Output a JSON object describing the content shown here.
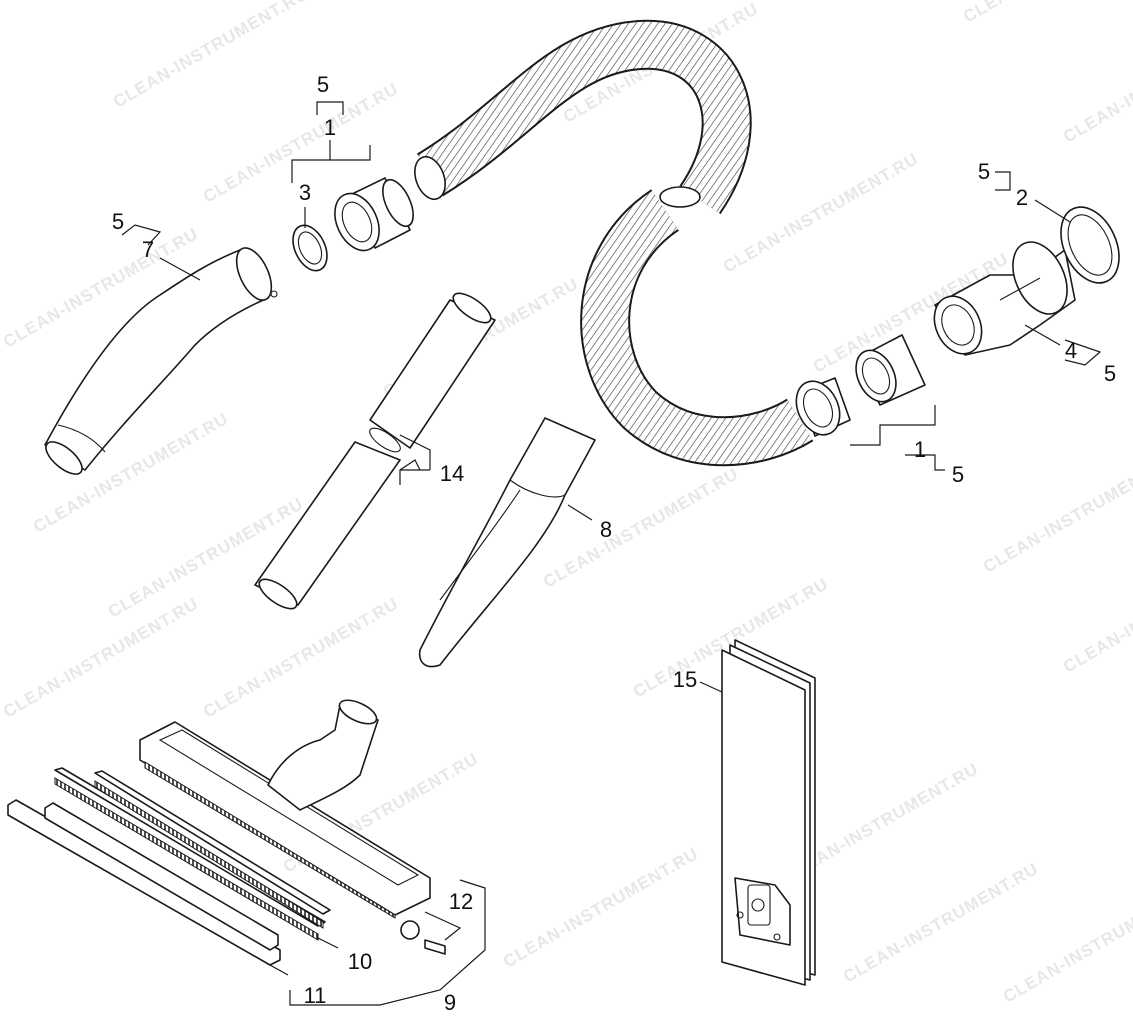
{
  "callouts": {
    "hose_end_left_group": "1",
    "hose_end_left_qty": "5",
    "clamp_ring": "3",
    "bend_qty": "5",
    "bend_pipe": "7",
    "tube_qty": "5",
    "tube_seal": "2",
    "machine_adapter": "4",
    "machine_adapter_qty": "5",
    "hose_end_right_group": "1",
    "hose_end_right_qty": "5",
    "suction_tubes": "14",
    "crevice_nozzle": "8",
    "filter_bag": "15",
    "castor": "12",
    "brush_strip": "10",
    "rubber_strip": "11",
    "floor_nozzle": "9"
  },
  "watermark": {
    "text": "CLEAN-INSTRUMENT.RU"
  }
}
